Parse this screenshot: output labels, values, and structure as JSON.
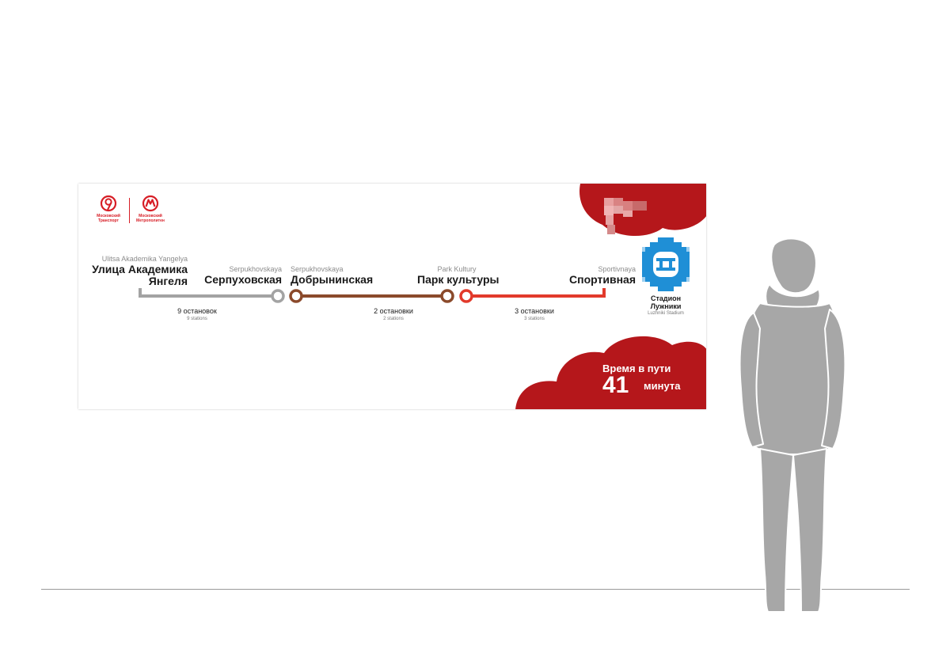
{
  "logos": [
    {
      "icon": "moscow-transport-logo-icon",
      "text": "Московский\nТранспорт"
    },
    {
      "icon": "metro-logo-icon",
      "text": "Московский\nМетрополитен"
    }
  ],
  "stations": [
    {
      "lat": "Ulitsa Akademika Yangelya",
      "ru1": "Улица Академика",
      "ru2": "Янгеля"
    },
    {
      "lat": "Serpukhovskaya",
      "ru1": "Серпуховская"
    },
    {
      "lat": "Serpukhovskaya",
      "ru1": "Добрынинская"
    },
    {
      "lat": "Park Kultury",
      "ru1": "Парк культуры"
    },
    {
      "lat": "Sportivnaya",
      "ru1": "Спортивная"
    }
  ],
  "segments": [
    {
      "ru": "9 остановок",
      "en": "9 stations",
      "color": "#a3a3a3"
    },
    {
      "ru": "2 остановки",
      "en": "2 stations",
      "color": "#8b4a2b"
    },
    {
      "ru": "3 остановки",
      "en": "3 stations",
      "color": "#e23a2b"
    }
  ],
  "destination": {
    "ru": "Стадион\nЛужники",
    "en": "Luzhniki Stadium",
    "icon": "luzhniki-stadium-icon"
  },
  "travel_time": {
    "label": "Время в пути",
    "minutes": "41",
    "unit": "минута"
  },
  "colors": {
    "brand_red": "#b5171b",
    "gray_line": "#a3a3a3",
    "brown_line": "#8b4a2b",
    "red_line": "#e23a2b",
    "silhouette": "#a7a7a7"
  }
}
